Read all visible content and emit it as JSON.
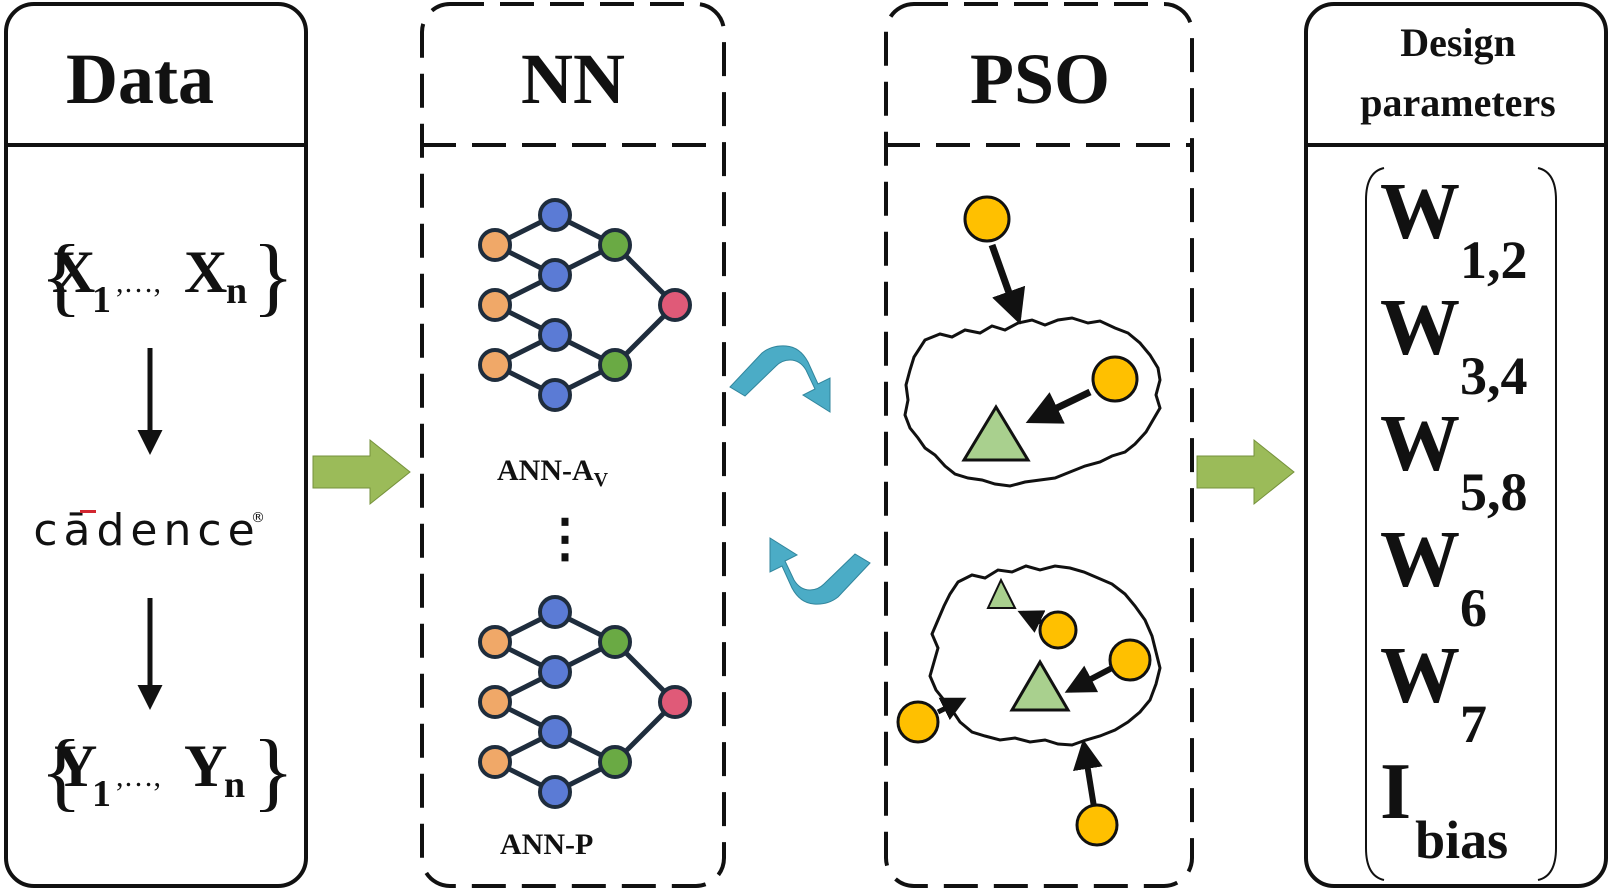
{
  "panels": {
    "data": {
      "title": "Data"
    },
    "nn": {
      "title": "NN"
    },
    "pso": {
      "title": "PSO"
    },
    "design": {
      "title_line1": "Design",
      "title_line2": "parameters"
    }
  },
  "data_flow": {
    "input_letter": "X",
    "input_sub_first": "1",
    "input_dots": ",…,",
    "input_sub_last": "n",
    "tool_logo": "cādence",
    "tool_mark": "®",
    "output_letter": "Y",
    "output_sub_first": "1",
    "output_dots": ",…,",
    "output_sub_last": "n"
  },
  "nn": {
    "top_label_main": "ANN-A",
    "top_label_sub": "V",
    "ellipsis": "⋮",
    "bottom_label": "ANN-P"
  },
  "design_params": [
    {
      "symbol": "W",
      "sub": "1,2"
    },
    {
      "symbol": "W",
      "sub": "3,4"
    },
    {
      "symbol": "W",
      "sub": "5,8"
    },
    {
      "symbol": "W",
      "sub": "6"
    },
    {
      "symbol": "W",
      "sub": "7"
    },
    {
      "symbol": "I",
      "sub": "bias"
    }
  ],
  "colors": {
    "node_input": "#f0a868",
    "node_hidden": "#5b7bd5",
    "node_output_layer": "#6aaa44",
    "node_final": "#e05a78",
    "network_edges": "#1f2d3d",
    "particle": "#ffc000",
    "best_position": "#a9d08e",
    "flow_arrow": "#9bbb59",
    "cycle_arrow": "#4bacc6"
  }
}
